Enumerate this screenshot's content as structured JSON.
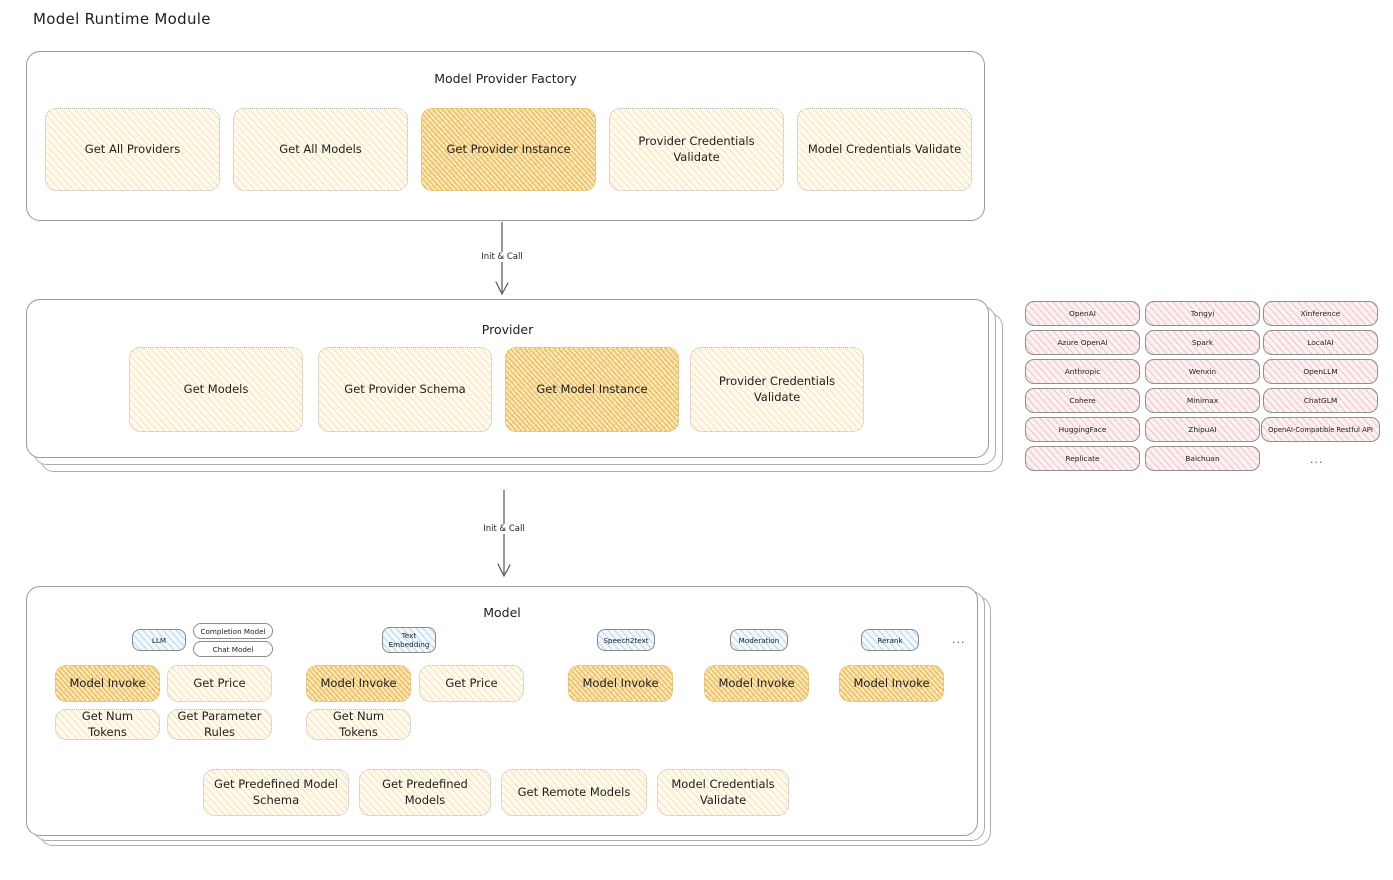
{
  "page": {
    "title": "Model Runtime Module",
    "accent_cream": "#fefaf0",
    "accent_amber": "#fbe9c0",
    "accent_pink": "#fdf1f1",
    "accent_blue": "#f2f8fd"
  },
  "factory": {
    "title": "Model Provider Factory",
    "cards": [
      {
        "label": "Get All Providers",
        "highlight": false
      },
      {
        "label": "Get All Models",
        "highlight": false
      },
      {
        "label": "Get Provider Instance",
        "highlight": true
      },
      {
        "label": "Provider Credentials Validate",
        "highlight": false
      },
      {
        "label": "Model Credentials Validate",
        "highlight": false
      }
    ]
  },
  "arrow1": {
    "label": "Init & Call"
  },
  "provider": {
    "title": "Provider",
    "cards": [
      {
        "label": "Get Models",
        "highlight": false
      },
      {
        "label": "Get Provider Schema",
        "highlight": false
      },
      {
        "label": "Get Model Instance",
        "highlight": true
      },
      {
        "label": "Provider Credentials Validate",
        "highlight": false
      }
    ]
  },
  "arrow2": {
    "label": "Init & Call"
  },
  "provider_list": {
    "items": [
      "OpenAI",
      "Tongyi",
      "Xinference",
      "Azure OpenAI",
      "Spark",
      "LocalAI",
      "Anthropic",
      "Wenxin",
      "OpenLLM",
      "Cohere",
      "Minimax",
      "ChatGLM",
      "HuggingFace",
      "ZhipuAI",
      "OpenAI-Compatible Restful API",
      "Replicate",
      "Baichuan"
    ],
    "more": "..."
  },
  "model": {
    "title": "Model",
    "more": "...",
    "types": [
      {
        "badge": "LLM",
        "sub_badges": [
          "Completion Model",
          "Chat Model"
        ],
        "ops": [
          {
            "label": "Model Invoke",
            "highlight": true
          },
          {
            "label": "Get Price",
            "highlight": false
          },
          {
            "label": "Get Num Tokens",
            "highlight": false
          },
          {
            "label": "Get Parameter Rules",
            "highlight": false
          }
        ]
      },
      {
        "badge": "Text Embedding",
        "sub_badges": [],
        "ops": [
          {
            "label": "Model Invoke",
            "highlight": true
          },
          {
            "label": "Get Price",
            "highlight": false
          },
          {
            "label": "Get Num Tokens",
            "highlight": false
          }
        ]
      },
      {
        "badge": "Speech2text",
        "sub_badges": [],
        "ops": [
          {
            "label": "Model Invoke",
            "highlight": true
          }
        ]
      },
      {
        "badge": "Moderation",
        "sub_badges": [],
        "ops": [
          {
            "label": "Model Invoke",
            "highlight": true
          }
        ]
      },
      {
        "badge": "Rerank",
        "sub_badges": [],
        "ops": [
          {
            "label": "Model Invoke",
            "highlight": true
          }
        ]
      }
    ],
    "common_ops": [
      "Get Predefined Model Schema",
      "Get Predefined Models",
      "Get Remote Models",
      "Model Credentials Validate"
    ]
  }
}
